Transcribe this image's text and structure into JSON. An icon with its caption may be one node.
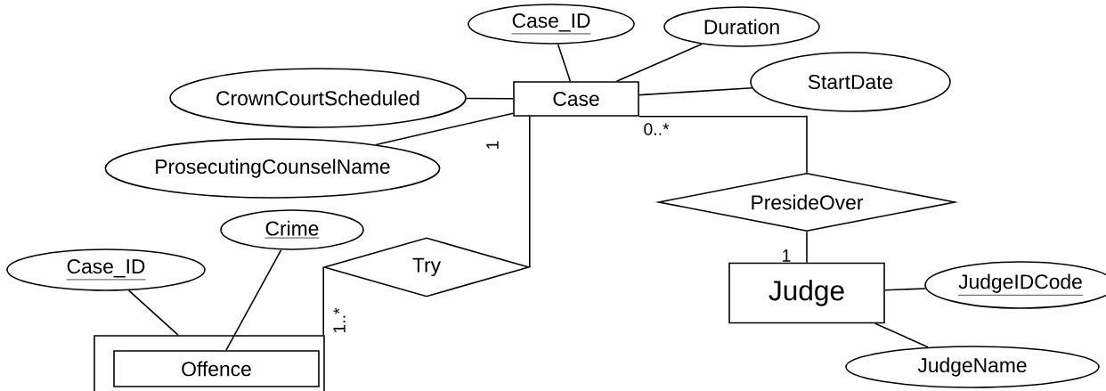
{
  "diagram": {
    "nodes": [
      {
        "text": [
          "Case_ID"
        ]
      },
      {
        "text": [
          "Duration"
        ]
      },
      {
        "text": [
          "CrownCourtScheduled"
        ]
      },
      {
        "text": [
          "Case"
        ]
      },
      {
        "text": [
          "StartDate"
        ]
      },
      {
        "text": [
          "ProsecutingCounselName"
        ]
      },
      {
        "text": [
          "Case_ID"
        ]
      },
      {
        "text": [
          "Crime"
        ]
      },
      {
        "text": [
          "Try"
        ]
      },
      {
        "text": [
          "PresideOver"
        ]
      },
      {
        "text": [
          "Offence"
        ]
      },
      {
        "text": [
          "Judge"
        ]
      },
      {
        "text": [
          "JudgeIDCode"
        ]
      },
      {
        "text": [
          "JudgeName"
        ]
      }
    ],
    "edges": [
      {
        "from": 0,
        "to": 3,
        "arrow": "none"
      },
      {
        "from": 1,
        "to": 3,
        "arrow": "none"
      },
      {
        "from": 2,
        "to": 3,
        "arrow": "none"
      },
      {
        "from": 5,
        "to": 3,
        "arrow": "none"
      },
      {
        "from": 4,
        "to": 3,
        "arrow": "none"
      },
      {
        "from": 8,
        "to": 3,
        "arrow": "none",
        "label": "1"
      },
      {
        "from": 8,
        "to": 10,
        "arrow": "none",
        "label": "1..*"
      },
      {
        "from": 3,
        "to": 9,
        "arrow": "none",
        "label": "0..*"
      },
      {
        "from": 9,
        "to": 11,
        "arrow": "none",
        "label": "1"
      },
      {
        "from": 11,
        "to": 12,
        "arrow": "none"
      },
      {
        "from": 11,
        "to": 13,
        "arrow": "none"
      },
      {
        "from": 6,
        "to": 10,
        "arrow": "none"
      },
      {
        "from": 7,
        "to": 10,
        "arrow": "none"
      }
    ]
  }
}
